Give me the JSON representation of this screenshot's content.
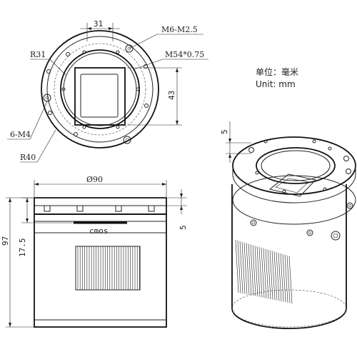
{
  "front_view": {
    "dim_top_width": "31",
    "label_thread_small": "M6-M2.5",
    "label_thread_main": "M54*0.75",
    "label_inner_radius": "R31",
    "label_outer_radius": "R40",
    "label_holes": "6-M4",
    "dim_right_height": "43"
  },
  "side_view": {
    "dim_diameter": "Ø90",
    "dim_total_height": "97",
    "dim_sensor_depth": "17.5",
    "dim_flange": "5",
    "sensor_label": "cmos"
  },
  "units": {
    "cn": "单位：毫米",
    "en": "Unit: mm"
  },
  "iso_view": {
    "dim_flange": "5"
  }
}
